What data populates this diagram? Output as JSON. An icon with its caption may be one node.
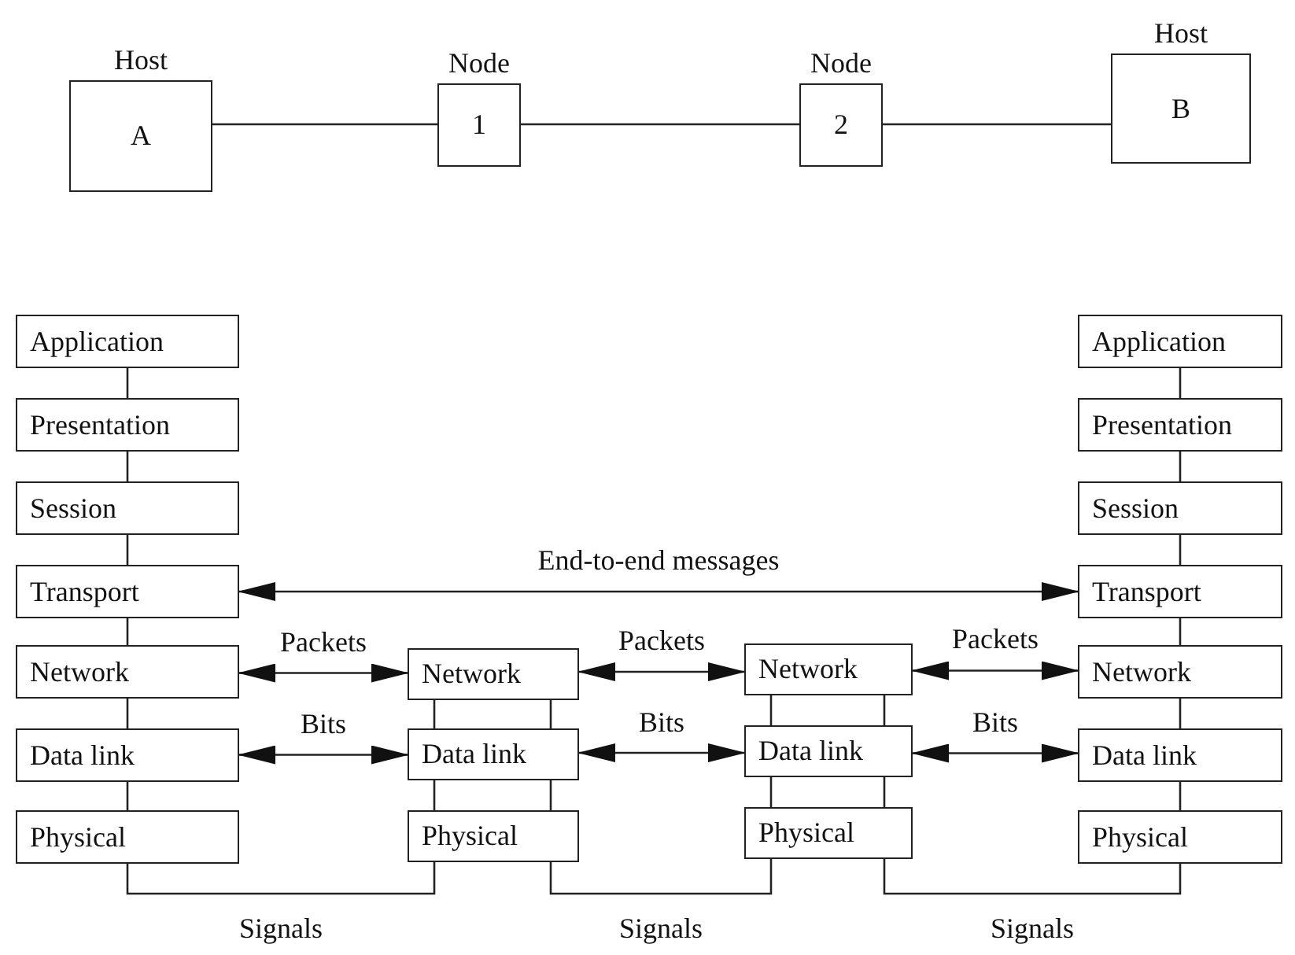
{
  "diagram": {
    "nodes": [
      {
        "text": [
          "Host",
          "A"
        ]
      },
      {
        "text": [
          "Node",
          "1"
        ]
      },
      {
        "text": [
          "Node",
          "2"
        ]
      },
      {
        "text": [
          "Host",
          "B"
        ]
      },
      {
        "text": [
          "Application"
        ]
      },
      {
        "text": [
          "Presentation"
        ]
      },
      {
        "text": [
          "Session"
        ]
      },
      {
        "text": [
          "Transport"
        ]
      },
      {
        "text": [
          "Network"
        ]
      },
      {
        "text": [
          "Data link"
        ]
      },
      {
        "text": [
          "Physical"
        ]
      },
      {
        "text": [
          "Network"
        ]
      },
      {
        "text": [
          "Data link"
        ]
      },
      {
        "text": [
          "Physical"
        ]
      },
      {
        "text": [
          "Network"
        ]
      },
      {
        "text": [
          "Data link"
        ]
      },
      {
        "text": [
          "Physical"
        ]
      },
      {
        "text": [
          "Application"
        ]
      },
      {
        "text": [
          "Presentation"
        ]
      },
      {
        "text": [
          "Session"
        ]
      },
      {
        "text": [
          "Transport"
        ]
      },
      {
        "text": [
          "Network"
        ]
      },
      {
        "text": [
          "Data link"
        ]
      },
      {
        "text": [
          "Physical"
        ]
      }
    ],
    "edges": [
      {
        "from": 0,
        "to": 1,
        "arrow": "none"
      },
      {
        "from": 1,
        "to": 2,
        "arrow": "none"
      },
      {
        "from": 2,
        "to": 3,
        "arrow": "none"
      },
      {
        "from": 4,
        "to": 5,
        "arrow": "none"
      },
      {
        "from": 5,
        "to": 6,
        "arrow": "none"
      },
      {
        "from": 6,
        "to": 7,
        "arrow": "none"
      },
      {
        "from": 7,
        "to": 8,
        "arrow": "none"
      },
      {
        "from": 8,
        "to": 9,
        "arrow": "none"
      },
      {
        "from": 9,
        "to": 10,
        "arrow": "none"
      },
      {
        "from": 17,
        "to": 18,
        "arrow": "none"
      },
      {
        "from": 18,
        "to": 19,
        "arrow": "none"
      },
      {
        "from": 19,
        "to": 20,
        "arrow": "none"
      },
      {
        "from": 20,
        "to": 21,
        "arrow": "none"
      },
      {
        "from": 21,
        "to": 22,
        "arrow": "none"
      },
      {
        "from": 22,
        "to": 23,
        "arrow": "none"
      },
      {
        "from": 11,
        "to": 12,
        "arrow": "none"
      },
      {
        "from": 11,
        "to": 12,
        "arrow": "none"
      },
      {
        "from": 12,
        "to": 13,
        "arrow": "none"
      },
      {
        "from": 12,
        "to": 13,
        "arrow": "none"
      },
      {
        "from": 14,
        "to": 15,
        "arrow": "none"
      },
      {
        "from": 14,
        "to": 15,
        "arrow": "none"
      },
      {
        "from": 15,
        "to": 16,
        "arrow": "none"
      },
      {
        "from": 15,
        "to": 16,
        "arrow": "none"
      },
      {
        "from": 7,
        "to": 20,
        "arrow": "both",
        "label": "End-to-end messages"
      },
      {
        "from": 8,
        "to": 11,
        "arrow": "both",
        "label": "Packets"
      },
      {
        "from": 11,
        "to": 14,
        "arrow": "both",
        "label": "Packets"
      },
      {
        "from": 14,
        "to": 21,
        "arrow": "both",
        "label": "Packets"
      },
      {
        "from": 9,
        "to": 12,
        "arrow": "both",
        "label": "Bits"
      },
      {
        "from": 12,
        "to": 15,
        "arrow": "both",
        "label": "Bits"
      },
      {
        "from": 15,
        "to": 22,
        "arrow": "both",
        "label": "Bits"
      },
      {
        "from": 10,
        "to": 13,
        "arrow": "none",
        "label": "Signals"
      },
      {
        "from": 13,
        "to": 16,
        "arrow": "none",
        "label": "Signals"
      },
      {
        "from": 16,
        "to": 23,
        "arrow": "none",
        "label": "Signals"
      }
    ]
  }
}
